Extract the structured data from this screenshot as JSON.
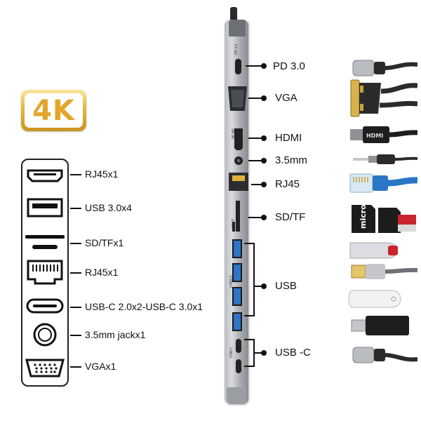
{
  "badge": {
    "text": "4K"
  },
  "legend": {
    "items": [
      {
        "icon": "hdmi-port-icon",
        "label": "RJ45x1"
      },
      {
        "icon": "usb-a-port-icon",
        "label": "USB 3.0x4"
      },
      {
        "icon": "sd-tf-slot-icon",
        "label": "SD/TFx1"
      },
      {
        "icon": "rj45-port-icon",
        "label": "RJ45x1"
      },
      {
        "icon": "usb-c-port-icon",
        "label": "USB-C 2.0x2-USB-C 3.0x1"
      },
      {
        "icon": "audio-jack-icon",
        "label": "3.5mm jackx1"
      },
      {
        "icon": "vga-port-icon",
        "label": "VGAx1"
      }
    ]
  },
  "ports": [
    {
      "label": "PD 3.0",
      "plug": "usb-c-cable-icon"
    },
    {
      "label": "VGA",
      "plug": "vga-cable-icon"
    },
    {
      "label": "HDMI",
      "plug": "hdmi-cable-icon"
    },
    {
      "label": "3.5mm",
      "plug": "audio-cable-icon"
    },
    {
      "label": "RJ45",
      "plug": "ethernet-cable-icon"
    },
    {
      "label": "SD/TF",
      "plug": "sd-card-icon"
    },
    {
      "label": "USB",
      "plug": "usb-drive-icon"
    },
    {
      "label": "USB -C",
      "plug": "usb-c-cable-icon"
    }
  ],
  "hub_text": {
    "pd": "PD 3.0",
    "hdmi": "4K HD",
    "sd": "SD TF",
    "usb": "USB3.0",
    "usbc": "USB-C"
  },
  "colors": {
    "gold": "#e2a72a",
    "usb_blue": "#2f74c9",
    "hub_gray": "#b8bbc0",
    "sd_red": "#c8242b",
    "cable_blue": "#2a76c6"
  }
}
